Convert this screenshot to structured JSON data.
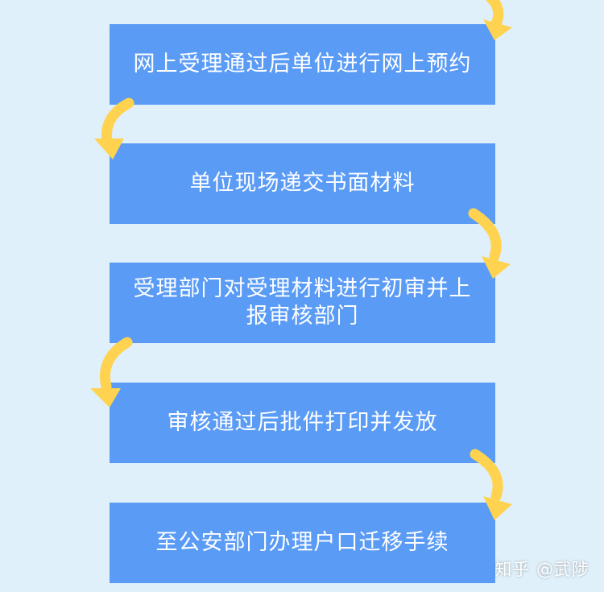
{
  "steps": [
    {
      "text": "网上受理通过后单位进行网上预约"
    },
    {
      "text": "单位现场递交书面材料"
    },
    {
      "text": "受理部门对受理材料进行初审并上报审核部门"
    },
    {
      "text": "审核通过后批件打印并发放"
    },
    {
      "text": "至公安部门办理户口迁移手续"
    }
  ],
  "watermark": "知乎 @武陟",
  "colors": {
    "background": "#dff0fa",
    "box": "#5a9bf6",
    "arrow": "#ffd34f",
    "text": "#ffffff"
  }
}
